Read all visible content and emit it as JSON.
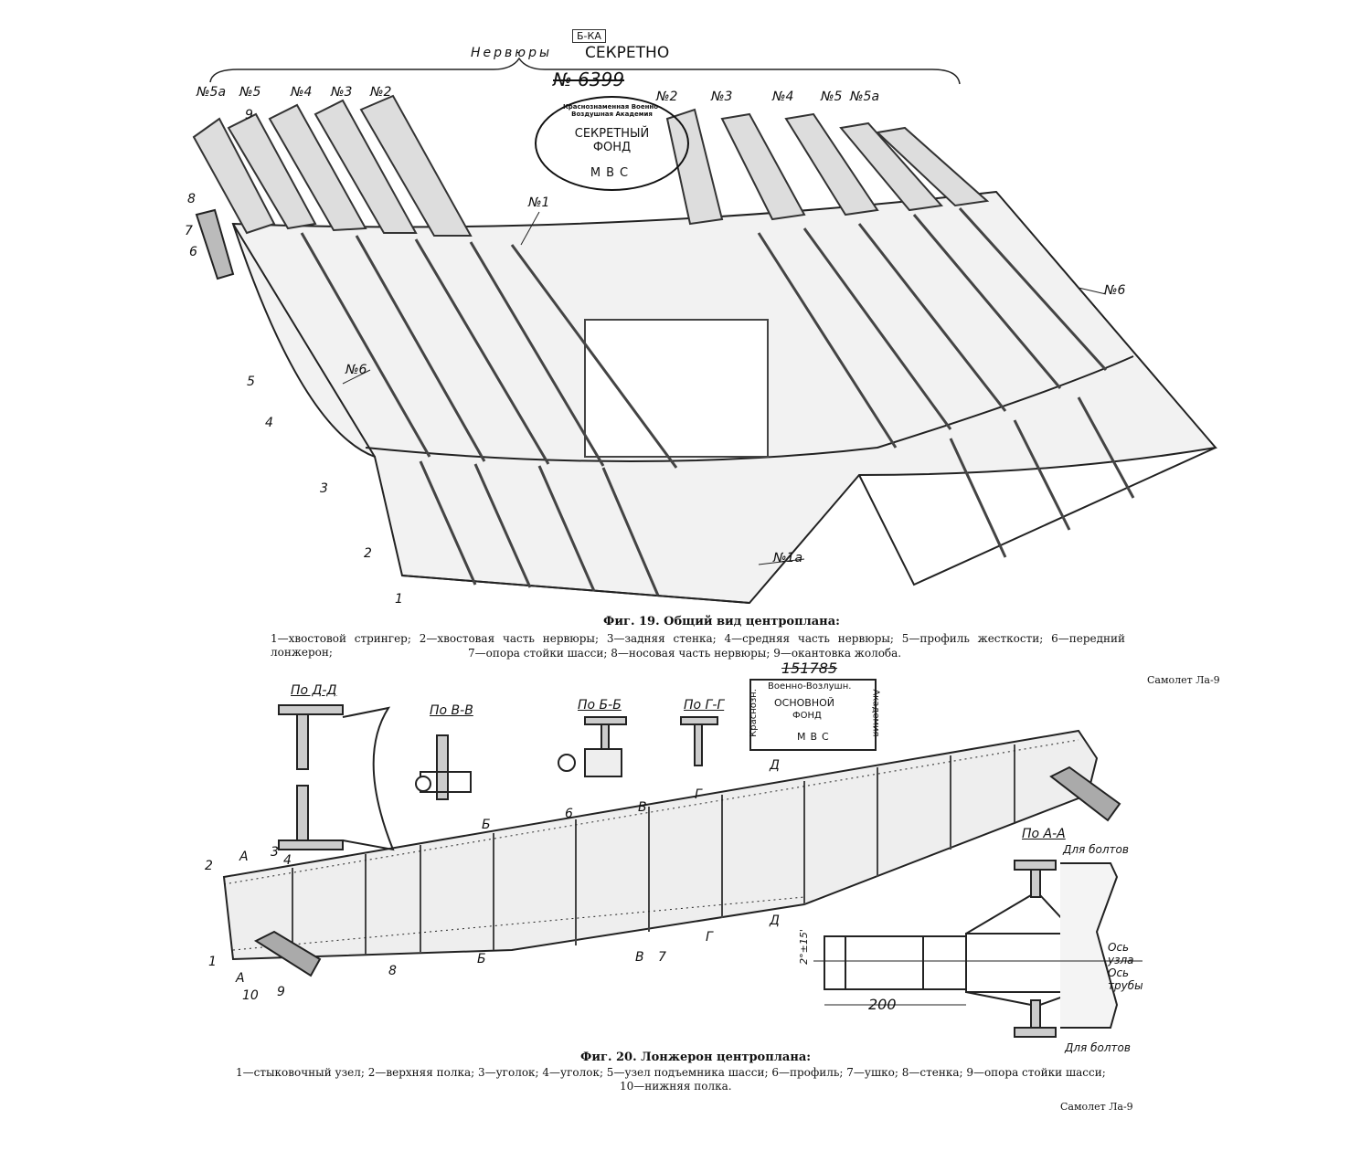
{
  "top": {
    "group_label": "Нервюры",
    "secret_stamp": "СЕКРЕТНО",
    "secret_number": "№ 6399",
    "library_stamp": "Б-КА",
    "oval_stamp": {
      "ring": "Краснознаменная Военно-Воздушная Академия",
      "center": "СЕКРЕТНЫЙ ФОНД",
      "bottom": "МВС"
    }
  },
  "fig19": {
    "rib_labels_left": [
      "№5а",
      "№5",
      "№4",
      "№3",
      "№2"
    ],
    "rib_labels_right": [
      "№2",
      "№3",
      "№4",
      "№5",
      "№5а"
    ],
    "rib_1": "№1",
    "rib_6_right": "№6",
    "rib_6_left": "№6",
    "rib_1a": "№1а",
    "callouts": [
      "1",
      "2",
      "3",
      "4",
      "5",
      "6",
      "7",
      "8",
      "9"
    ],
    "title": "Фиг. 19. Общий вид центроплана:",
    "legend_line1": "1—хвостовой стрингер; 2—хвостовая часть нервюры; 3—задняя стенка; 4—средняя часть нервюры; 5—профиль жесткости; 6—передний лонжерон;",
    "legend_line2": "7—опора стойки шасси; 8—носовая часть нервюры; 9—окантовка жолоба."
  },
  "aircraft_label_1": "Самолет Ла-9",
  "stamp2": {
    "number": "151785",
    "left": "Краснозн.",
    "top": "Военно-Возлушн.",
    "right": "Академия",
    "center1": "ОСНОВНОЙ",
    "center2": "ФОНД",
    "bottom": "МВС"
  },
  "fig20": {
    "sections": [
      "По Д-Д",
      "По В-В",
      "По Б-Б",
      "По Г-Г",
      "По А-А"
    ],
    "section_marks": [
      "А",
      "А",
      "Б",
      "Б",
      "В",
      "В",
      "Г",
      "Г",
      "Д",
      "Д"
    ],
    "callouts": [
      "1",
      "2",
      "3",
      "4",
      "6",
      "7",
      "8",
      "9",
      "10"
    ],
    "bolts_top": "Для болтов",
    "bolts_bottom": "Для болтов",
    "axis_node": "Ось узла",
    "axis_tube": "Ось трубы",
    "dimension": "200",
    "angle": "2°±15'",
    "title": "Фиг. 20. Лонжерон центроплана:",
    "legend_line1": "1—стыковочный узел; 2—верхняя полка; 3—уголок; 4—уголок; 5—узел подъемника шасси; 6—профиль; 7—ушко; 8—стенка; 9—опора стойки шасси;",
    "legend_line2": "10—нижняя полка."
  },
  "aircraft_label_2": "Самолет Ла-9"
}
